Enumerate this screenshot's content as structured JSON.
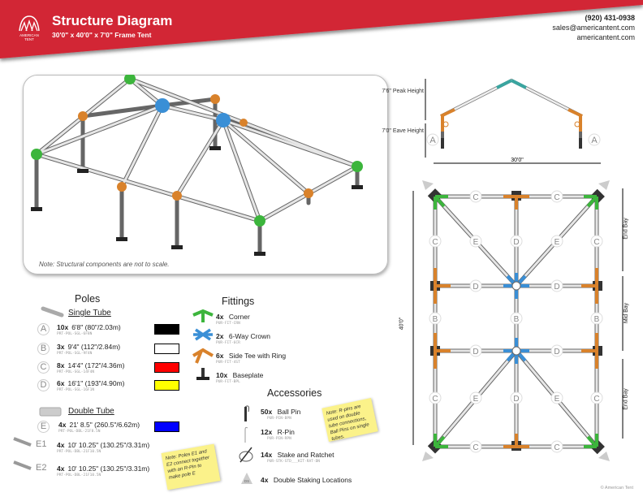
{
  "header": {
    "title": "Structure Diagram",
    "subtitle": "30'0\" x 40'0\" x 7'0\" Frame Tent",
    "logo_text": "AMERICAN TENT",
    "phone": "(920) 431-0938",
    "email": "sales@americantent.com",
    "website": "americantent.com"
  },
  "colors": {
    "brand_red": "#d22635",
    "corner": "#3cb53c",
    "crown": "#3a8fd6",
    "side_tee": "#d9822b"
  },
  "diagram_note": "Note: Structural components are not to scale.",
  "poles": {
    "heading": "Poles",
    "single_heading": "Single Tube",
    "double_heading": "Double Tube",
    "items": [
      {
        "letter": "A",
        "qty": "10x",
        "desc": "6'8\" (80\"/2.03m)",
        "code": "PRT-POL-SGL-6F8N",
        "color": "#000000"
      },
      {
        "letter": "B",
        "qty": "3x",
        "desc": "9'4\" (112\"/2.84m)",
        "code": "PRT-POL-SGL-9F4N",
        "color": "#ffffff"
      },
      {
        "letter": "C",
        "qty": "8x",
        "desc": "14'4\" (172\"/4.36m)",
        "code": "PRT-POL-SGL-14F4N",
        "color": "#ff0000"
      },
      {
        "letter": "D",
        "qty": "6x",
        "desc": "16'1\" (193\"/4.90m)",
        "code": "PRT-POL-SGL-16F1N",
        "color": "#ffff00"
      },
      {
        "letter": "E",
        "qty": "4x",
        "desc": "21' 8.5\" (260.5\"/6.62m)",
        "code": "PRT-POL-DBL-21F8.5N",
        "color": "#0000ff"
      },
      {
        "letter": "E1",
        "qty": "4x",
        "desc": "10' 10.25\" (130.25\"/3.31m)",
        "code": "PRT-POL-DBL-21F10.5N"
      },
      {
        "letter": "E2",
        "qty": "4x",
        "desc": "10' 10.25\" (130.25\"/3.31m)",
        "code": "PRT-POL-DBL-21F10.5N"
      }
    ],
    "note": "Note: Poles E1 and E2 connect together with an R-Pin to make pole E"
  },
  "fittings": {
    "heading": "Fittings",
    "items": [
      {
        "qty": "4x",
        "name": "Corner",
        "code": "PUR-FIT-CRN"
      },
      {
        "qty": "2x",
        "name": "6-Way Crown",
        "code": "PUR-FIT-6CR"
      },
      {
        "qty": "6x",
        "name": "Side Tee with Ring",
        "code": "PUR-FIT-4ST"
      },
      {
        "qty": "10x",
        "name": "Baseplate",
        "code": "PUR-FIT-BPL"
      }
    ]
  },
  "accessories": {
    "heading": "Accessories",
    "items": [
      {
        "qty": "50x",
        "name": "Ball Pin",
        "code": "PUR-PIN-BPN"
      },
      {
        "qty": "12x",
        "name": "R-Pin",
        "code": "PUR-PIN-RPN"
      },
      {
        "qty": "14x",
        "name": "Stake and Ratchet",
        "code": "PUR-STK-STD___KIT-RAT-DN"
      },
      {
        "qty": "4x",
        "name": "Double Staking Locations"
      }
    ],
    "note": "Note: R-pins are used on double tube connections, Ball Pins on single tubes.",
    "ds_label": "DS"
  },
  "elevation": {
    "peak_label": "7'6\" Peak Height",
    "eave_label": "7'0\" Eave Height",
    "width_label": "30'0\"",
    "post_letter": "A"
  },
  "plan": {
    "length_label": "40'0\"",
    "bays": [
      "End Bay",
      "Mid Bay",
      "End Bay"
    ],
    "labels": [
      "C",
      "C",
      "C",
      "E",
      "D",
      "E",
      "C",
      "D",
      "D",
      "B",
      "B",
      "B",
      "D",
      "D",
      "C",
      "E",
      "D",
      "E",
      "C",
      "C",
      "C"
    ]
  },
  "footer": "© American Tent"
}
